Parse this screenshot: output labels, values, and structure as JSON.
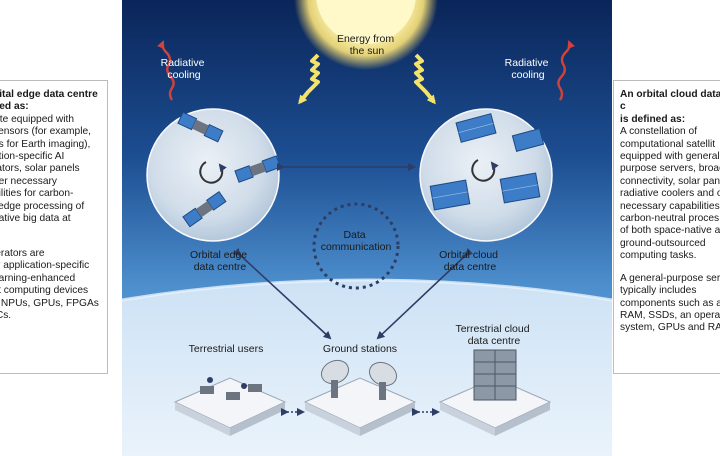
{
  "labels": {
    "energy_line1": "Energy from",
    "energy_line2": "the sun",
    "radiative_left_line1": "Radiative",
    "radiative_left_line2": "cooling",
    "radiative_right_line1": "Radiative",
    "radiative_right_line2": "cooling",
    "orbital_edge_line1": "Orbital edge",
    "orbital_edge_line2": "data centre",
    "orbital_cloud_line1": "Orbital cloud",
    "orbital_cloud_line2": "data centre",
    "data_comm_line1": "Data",
    "data_comm_line2": "communication",
    "terrestrial_users": "Terrestrial users",
    "ground_stations": "Ground stations",
    "terrestrial_cloud_line1": "Terrestrial cloud",
    "terrestrial_cloud_line2": "data centre"
  },
  "left_panel": {
    "lines": [
      "bital edge data centre",
      "ned as:",
      "llite equipped with",
      "sensors (for example,",
      "as for Earth imaging),",
      "ation-specific AI",
      "rators, solar panels",
      "her necessary",
      "bilities for carbon-",
      "l edge processing of",
      "native big data at",
      "."
    ],
    "lines2": [
      "lerators are",
      "ly application-specific",
      "earning-enhanced",
      "ct computing devices",
      "s NPUs, GPUs, FPGAs",
      "ICs."
    ]
  },
  "right_panel": {
    "lines": [
      "An orbital cloud data c",
      "is defined as:",
      "A constellation of",
      "computational satellit",
      "equipped with general",
      "purpose servers, broad",
      "connectivity, solar pan",
      "radiative coolers and o",
      "necessary capabilities",
      "carbon-neutral proces",
      "of both space-native a",
      "ground-outsourced",
      "computing tasks."
    ],
    "lines2": [
      "A general-purpose ser",
      "typically includes",
      "components such as a",
      "RAM, SSDs, an operati",
      "system, GPUs and RAI"
    ]
  },
  "colors": {
    "sky_top": "#0b2a5e",
    "sky_mid": "#2f6fb4",
    "earth": "#cfe3f5",
    "sun": "#fff3a8",
    "arrow": "#2d3d66",
    "heat": "#d2423c"
  }
}
